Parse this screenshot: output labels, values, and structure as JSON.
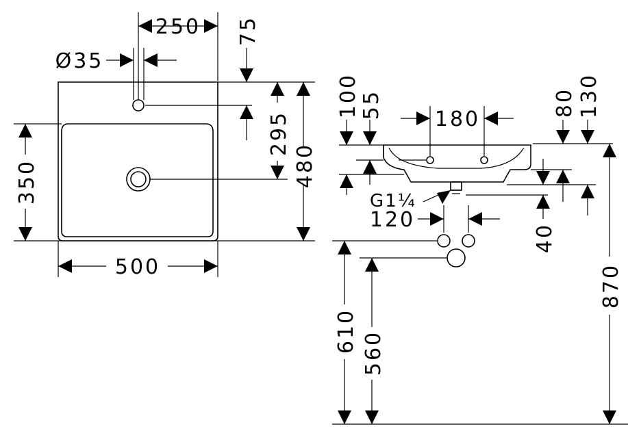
{
  "plan_view": {
    "dim_tap_width": "250",
    "dim_top_offset": "75",
    "dim_tap_diameter": "Ø35",
    "dim_tap_depth": "295",
    "dim_total_depth": "480",
    "dim_bowl_depth": "350",
    "dim_total_width": "500"
  },
  "side_view": {
    "dim_overflow_top": "100",
    "dim_rim_height": "55",
    "dim_tap_spacing": "180",
    "dim_basin_height_a": "80",
    "dim_basin_height_b": "130",
    "dim_waste_thread": "G1¼",
    "dim_waste_spacing": "120",
    "dim_waste_drop": "40",
    "dim_supply_height": "610",
    "dim_waste_height": "560",
    "dim_mount_height": "870"
  }
}
